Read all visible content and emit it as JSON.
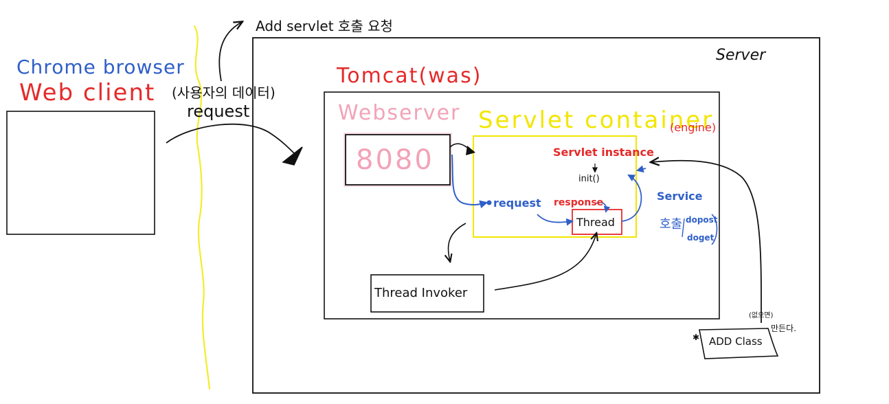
{
  "diagram": {
    "top_note": "Add servlet 호출 요청",
    "server_label": "Server",
    "client": {
      "browser_label": "Chrome browser",
      "client_label": "Web client"
    },
    "request_note": {
      "user_data": "(사용자의 데이터)",
      "request": "request"
    },
    "tomcat_label": "Tomcat(was)",
    "webserver": {
      "label": "Webserver",
      "port": "8080"
    },
    "servlet_container": {
      "label": "Servlet container",
      "engine": "(engine)",
      "servlet_instance": "Servlet instance",
      "init": "init()",
      "request": "request",
      "response": "response",
      "thread": "Thread",
      "service": "Service",
      "call": "호출",
      "dopost": "dopost",
      "doget": "doget"
    },
    "thread_invoker": "Thread Invoker",
    "add_class": {
      "label": "ADD Class",
      "note_top": "(없으면)",
      "note_bottom": "만든다."
    },
    "colors": {
      "black": "#111111",
      "blue": "#2f5fc8",
      "red": "#e52a2a",
      "pink": "#f2a3b8",
      "yellow": "#f2e600"
    }
  }
}
